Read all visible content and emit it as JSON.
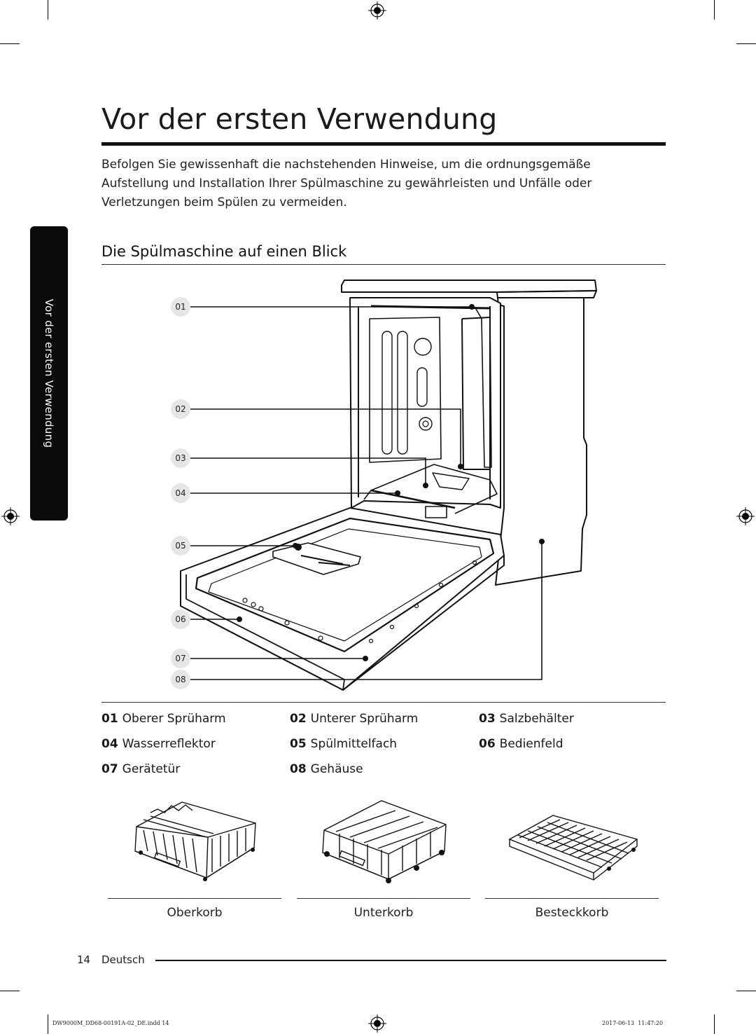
{
  "page": {
    "title": "Vor der ersten Verwendung",
    "intro": "Befolgen Sie gewissenhaft die nachstehenden Hinweise, um die ordnungsgemäße Aufstellung und Installation Ihrer Spülmaschine zu gewährleisten und Unfälle oder Verletzungen beim Spülen zu vermeiden.",
    "section_title": "Die Spülmaschine auf einen Blick",
    "side_tab": "Vor der ersten Verwendung"
  },
  "diagram": {
    "callouts": [
      "01",
      "02",
      "03",
      "04",
      "05",
      "06",
      "07",
      "08"
    ]
  },
  "legend": [
    {
      "num": "01",
      "label": "Oberer Sprüharm"
    },
    {
      "num": "02",
      "label": "Unterer Sprüharm"
    },
    {
      "num": "03",
      "label": "Salzbehälter"
    },
    {
      "num": "04",
      "label": "Wasserreflektor"
    },
    {
      "num": "05",
      "label": "Spülmittelfach"
    },
    {
      "num": "06",
      "label": "Bedienfeld"
    },
    {
      "num": "07",
      "label": "Gerätetür"
    },
    {
      "num": "08",
      "label": "Gehäuse"
    }
  ],
  "baskets": [
    {
      "label": "Oberkorb"
    },
    {
      "label": "Unterkorb"
    },
    {
      "label": "Besteckkorb"
    }
  ],
  "footer": {
    "page_number": "14",
    "language": "Deutsch",
    "print_left": "DW9000M_DD68-00191A-02_DE.indd   14",
    "print_right": "2017-06-13   ￼ 11:47:20"
  }
}
